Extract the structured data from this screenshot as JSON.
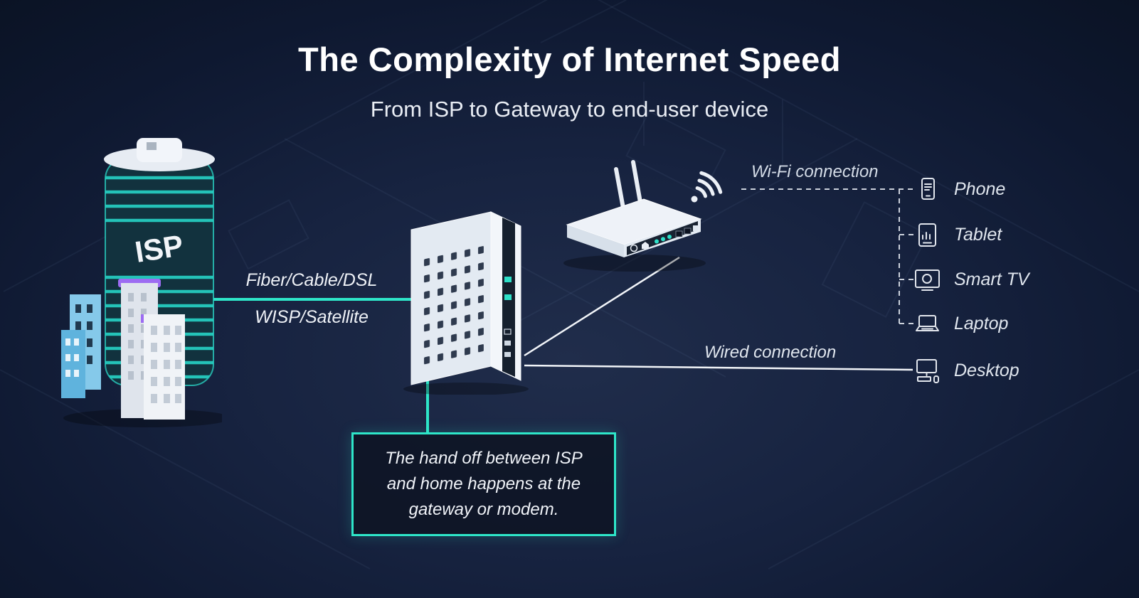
{
  "header": {
    "title": "The Complexity of Internet Speed",
    "subtitle": "From ISP to Gateway to end-user device"
  },
  "isp_building": {
    "label": "ISP"
  },
  "connections": {
    "isp_link_line1": "Fiber/Cable/DSL",
    "isp_link_line2": "WISP/Satellite",
    "wifi": "Wi-Fi connection",
    "wired": "Wired connection"
  },
  "devices": [
    {
      "label": "Phone",
      "icon": "phone-icon"
    },
    {
      "label": "Tablet",
      "icon": "tablet-icon"
    },
    {
      "label": "Smart TV",
      "icon": "smart-tv-icon"
    },
    {
      "label": "Laptop",
      "icon": "laptop-icon"
    },
    {
      "label": "Desktop",
      "icon": "desktop-icon"
    }
  ],
  "callout": {
    "text": "The hand off between ISP and home happens at the gateway or modem."
  },
  "colors": {
    "background_dark": "#0a1222",
    "background_mid": "#172340",
    "accent_teal": "#2ee6c9",
    "text_white": "#ffffff",
    "text_muted": "#d4dce7",
    "purple_accent": "#9d6cf2",
    "building_blue": "#85c9ea"
  }
}
